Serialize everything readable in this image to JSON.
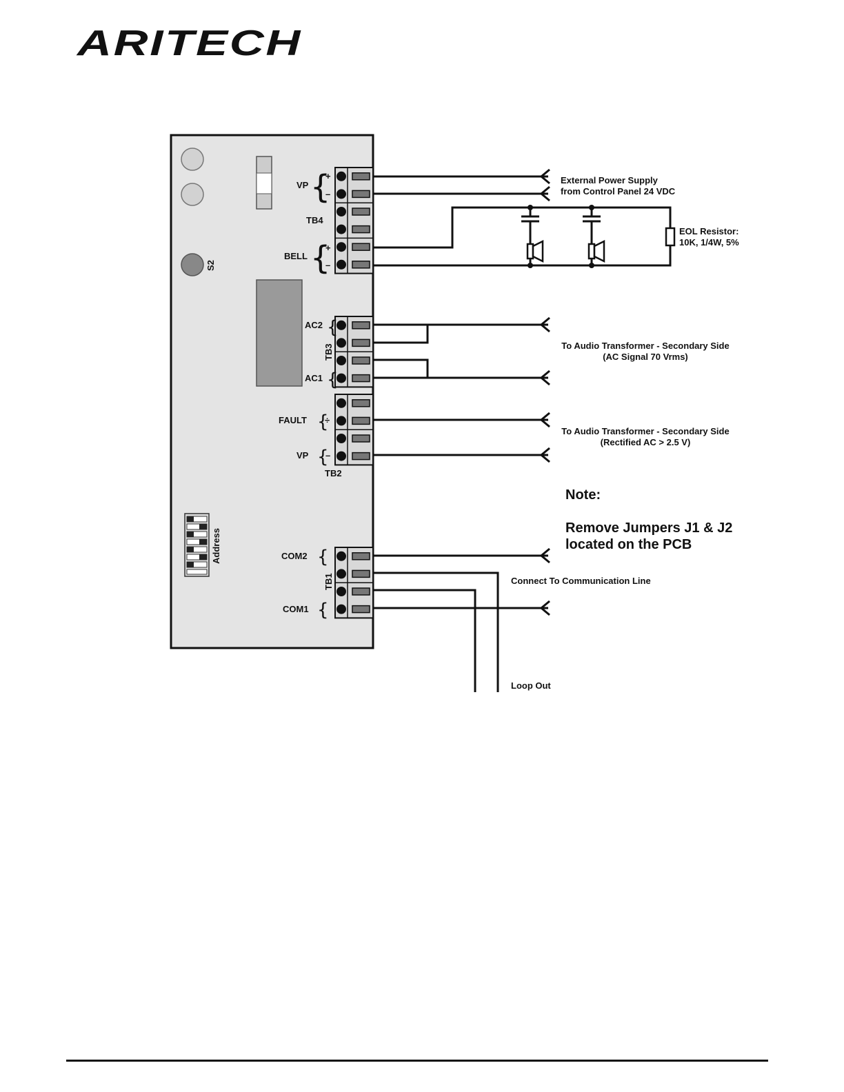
{
  "brand": {
    "logo_text": "ARITECH"
  },
  "board": {
    "terminals": {
      "tb4": "TB4",
      "tb3": "TB3",
      "tb2": "TB2",
      "tb1": "TB1"
    },
    "labels": {
      "vp_top": "VP",
      "bell": "BELL",
      "s2": "S2",
      "ac2": "AC2",
      "ac1": "AC1",
      "fault": "FAULT",
      "vp_bottom": "VP",
      "address": "Address",
      "com2": "COM2",
      "com1": "COM1"
    },
    "signs": {
      "plus": "+",
      "minus": "–",
      "plus_minus": "÷"
    }
  },
  "annotations": {
    "power_line1": "External Power Supply",
    "power_line2": "from Control Panel 24 VDC",
    "eol_line1": "EOL Resistor:",
    "eol_line2": "10K, 1/4W, 5%",
    "audio1_line1": "To Audio Transformer - Secondary Side",
    "audio1_line2": "(AC Signal 70 Vrms)",
    "audio2_line1": "To Audio Transformer - Secondary Side",
    "audio2_line2": "(Rectified AC > 2.5 V)",
    "note_title": "Note:",
    "note_line1": "Remove Jumpers J1 & J2",
    "note_line2": "located on the PCB",
    "comm_line": "Connect To Communication Line",
    "loop_out": "Loop Out"
  }
}
